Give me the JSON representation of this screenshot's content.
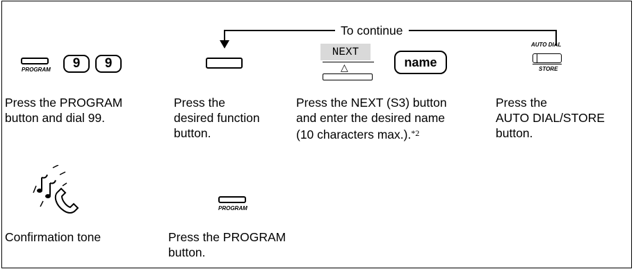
{
  "flow": {
    "continue_label": "To continue"
  },
  "steps": [
    {
      "lines": [
        "Press the PROGRAM",
        "button and dial 99."
      ],
      "keys": {
        "program_label": "PROGRAM",
        "digit1": "9",
        "digit2": "9"
      }
    },
    {
      "lines": [
        "Press the",
        "desired function",
        "button."
      ]
    },
    {
      "lines": [
        "Press the NEXT (S3) button",
        "and enter the desired name",
        "(10 characters max.)."
      ],
      "footnote": "*2",
      "keys": {
        "display_text": "NEXT",
        "triangle": "△",
        "name_key": "name"
      }
    },
    {
      "lines": [
        "Press the",
        "AUTO DIAL/STORE",
        "button."
      ],
      "keys": {
        "top_label": "AUTO DIAL",
        "bottom_label": "STORE"
      }
    }
  ],
  "results": [
    {
      "lines": [
        "Confirmation tone"
      ],
      "icon": "ringing-handset-icon"
    },
    {
      "lines": [
        "Press the PROGRAM",
        "button."
      ],
      "keys": {
        "program_label": "PROGRAM"
      }
    }
  ]
}
